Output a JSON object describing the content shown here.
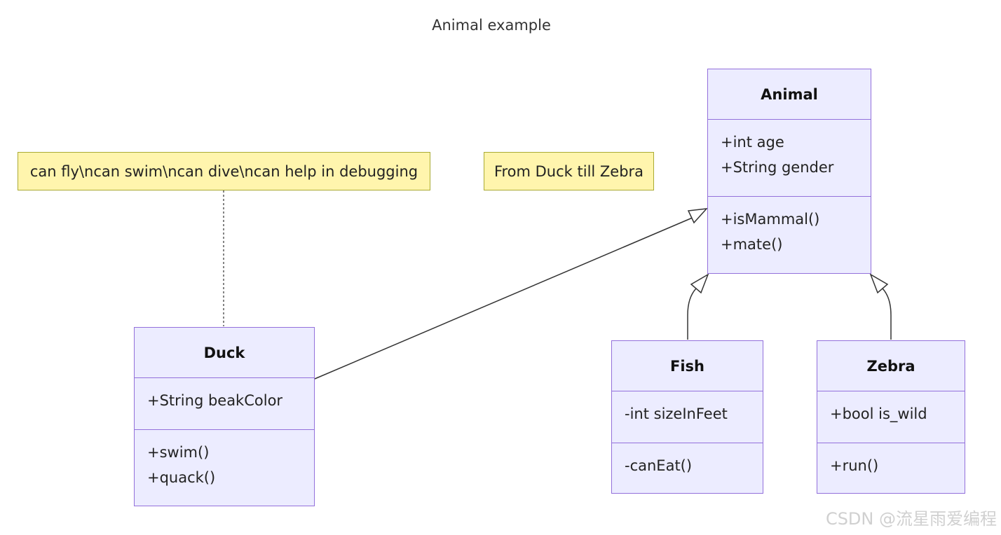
{
  "diagram": {
    "title": "Animal example",
    "notes": [
      {
        "id": "note-duck",
        "text": "can fly\\ncan swim\\ncan dive\\ncan help in debugging"
      },
      {
        "id": "note-animal",
        "text": "From Duck till Zebra"
      }
    ],
    "classes": {
      "animal": {
        "name": "Animal",
        "attributes": [
          "+int age",
          "+String gender"
        ],
        "methods": [
          "+isMammal()",
          "+mate()"
        ]
      },
      "duck": {
        "name": "Duck",
        "attributes": [
          "+String beakColor"
        ],
        "methods": [
          "+swim()",
          "+quack()"
        ]
      },
      "fish": {
        "name": "Fish",
        "attributes": [
          "-int sizeInFeet"
        ],
        "methods": [
          "-canEat()"
        ]
      },
      "zebra": {
        "name": "Zebra",
        "attributes": [
          "+bool is_wild"
        ],
        "methods": [
          "+run()"
        ]
      }
    },
    "relations": [
      {
        "from": "Duck",
        "to": "Animal",
        "type": "inheritance"
      },
      {
        "from": "Fish",
        "to": "Animal",
        "type": "inheritance"
      },
      {
        "from": "Zebra",
        "to": "Animal",
        "type": "inheritance"
      },
      {
        "from": "note-duck",
        "to": "Duck",
        "type": "note-link"
      }
    ],
    "colors": {
      "class_fill": "#ececff",
      "class_border": "#9370db",
      "note_fill": "#fff5ad",
      "note_border": "#aaaa33",
      "edge": "#333333"
    }
  },
  "watermark": "CSDN @流星雨爱编程"
}
